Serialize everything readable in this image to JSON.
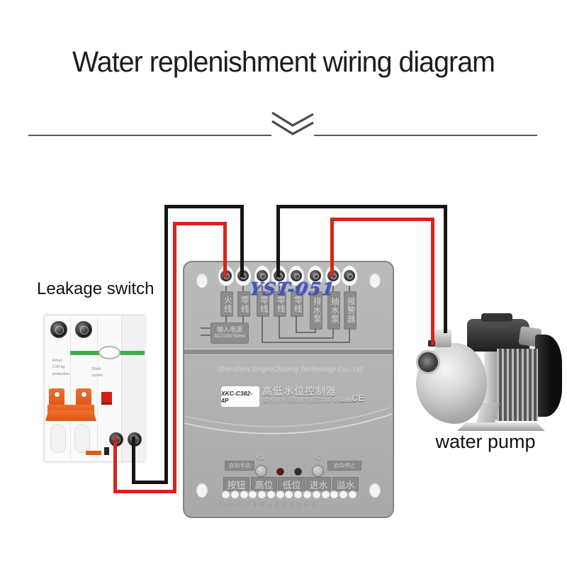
{
  "title": "Water replenishment wiring diagram",
  "watermark": "YST-051",
  "leakage_switch": {
    "label": "Leakage switch",
    "left_lines": [
      "Emu1",
      "C20 kg",
      "protection"
    ],
    "right_lines": [
      "30mA",
      "current"
    ]
  },
  "controller": {
    "terminal_labels": [
      "火线",
      "零线",
      "零线",
      "零线",
      "零线",
      "排水泵",
      "抽水泵",
      "报警器"
    ],
    "power_input_line1": "输入电源",
    "power_input_line2": "AC220V-50Hz",
    "company": "Shenzhen XingkeChuang Technology Co., Ltd",
    "model": "XKC-C382-4P",
    "product_name": "高低水位控制器",
    "spec": "抽水/排水泵的最大额定功率 1600W",
    "rohs": "RoHS",
    "ce": "CE",
    "mode_switch": "自动/手动",
    "k1": "K1",
    "k2": "K2",
    "start_stop": "启动/停止",
    "port_groups": [
      "按钮",
      "高位",
      "低位",
      "进水",
      "溢水"
    ],
    "bottom_pin_text": "COM K1 K2 按 高 位 低 位 进 水 溢 水"
  },
  "pump": {
    "label": "water pump"
  },
  "colors": {
    "wire_red": "#d6251c",
    "wire_black": "#161616",
    "board_gray": "#b0b0b0",
    "plate_gray": "#8c8c8c",
    "breaker_green": "#3fad4b",
    "breaker_orange": "#e8611c",
    "watermark_blue": "#4055c2"
  }
}
